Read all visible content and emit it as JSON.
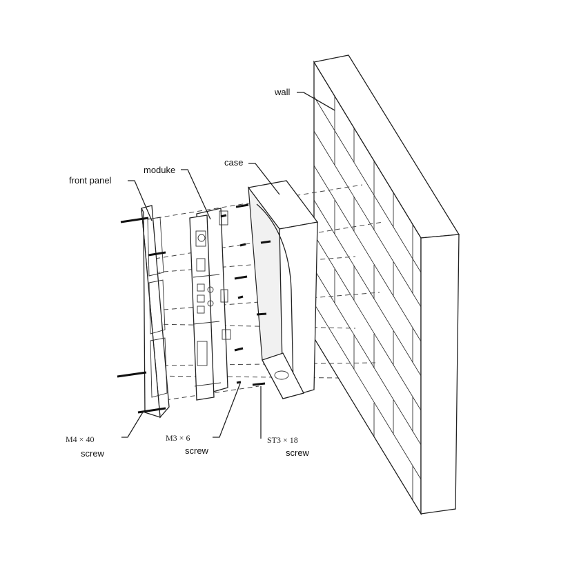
{
  "labels": {
    "wall": "wall",
    "case": "case",
    "module": "moduke",
    "front_panel": "front panel",
    "m4_spec": "M4 × 40",
    "m4_screw": "screw",
    "m3_spec": "M3 × 6",
    "m3_screw": "screw",
    "st3_spec": "ST3 × 18",
    "st3_screw": "screw"
  }
}
